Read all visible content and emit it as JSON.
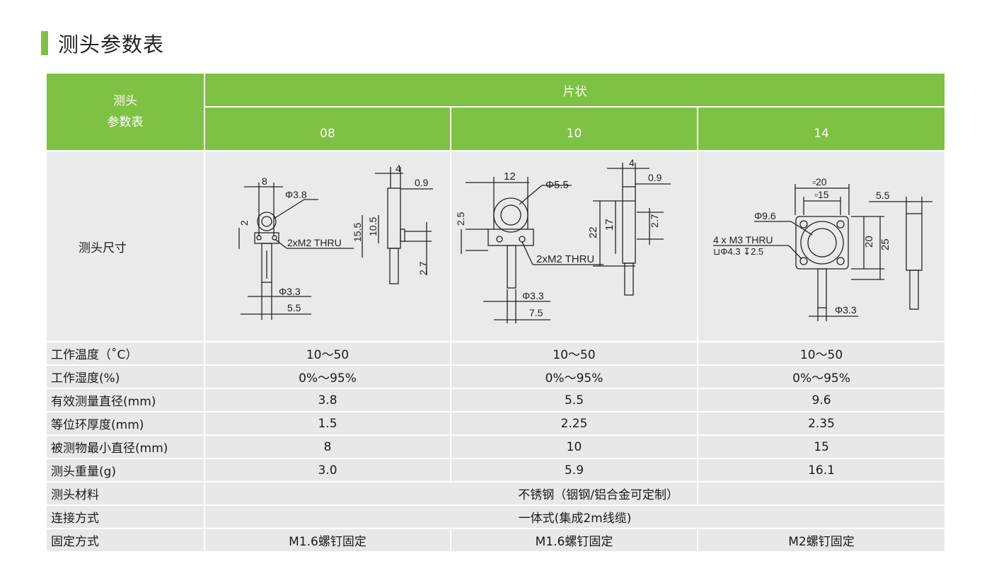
{
  "title": "测头参数表",
  "header": {
    "corner_line1": "测头",
    "corner_line2": "参数表",
    "group": "片状",
    "models": [
      "08",
      "10",
      "14"
    ]
  },
  "dimension_label": "测头尺寸",
  "drawings": {
    "d08": {
      "w": "8",
      "dia": "Φ3.8",
      "h2": "2",
      "thru": "2xM2 THRU",
      "h155": "15.5",
      "h105": "10.5",
      "t4": "4",
      "t09": "0.9",
      "h27": "2.7",
      "cable": "Φ3.3",
      "w55": "5.5"
    },
    "d10": {
      "w": "12",
      "dia": "Φ5.5",
      "h25": "2.5",
      "thru": "2xM2 THRU",
      "h22": "22",
      "h17": "17",
      "h27": "2.7",
      "t4": "4",
      "t09": "0.9",
      "cable": "Φ3.3",
      "w75": "7.5"
    },
    "d14": {
      "sq20": "▫20",
      "sq15": "▫15",
      "t55": "5.5",
      "dia": "Φ9.6",
      "thru": "4 x M3 THRU",
      "cb": "⊔Φ4.3 ↧2.5",
      "h20": "20",
      "h25": "25",
      "cable": "Φ3.3"
    }
  },
  "rows": [
    {
      "label": "工作温度（˚C）",
      "values": [
        "10～50",
        "10～50",
        "10～50"
      ]
    },
    {
      "label": "工作湿度(%)",
      "values": [
        "0%～95%",
        "0%～95%",
        "0%～95%"
      ]
    },
    {
      "label": "有效测量直径(mm)",
      "values": [
        "3.8",
        "5.5",
        "9.6"
      ]
    },
    {
      "label": "等位环厚度(mm)",
      "values": [
        "1.5",
        "2.25",
        "2.35"
      ]
    },
    {
      "label": "被测物最小直径(mm)",
      "values": [
        "8",
        "10",
        "15"
      ]
    },
    {
      "label": "测头重量(g)",
      "values": [
        "3.0",
        "5.9",
        "16.1"
      ]
    }
  ],
  "material": {
    "label": "测头材料",
    "value": "不锈钢（铟钢/铝合金可定制）"
  },
  "connection": {
    "label": "连接方式",
    "value": "一体式(集成2m线缆)"
  },
  "fixing": {
    "label": "固定方式",
    "values": [
      "M1.6螺钉固定",
      "M1.6螺钉固定",
      "M2螺钉固定"
    ]
  },
  "colors": {
    "accent": "#7dc242",
    "row_bg": "#e8e8e8"
  }
}
